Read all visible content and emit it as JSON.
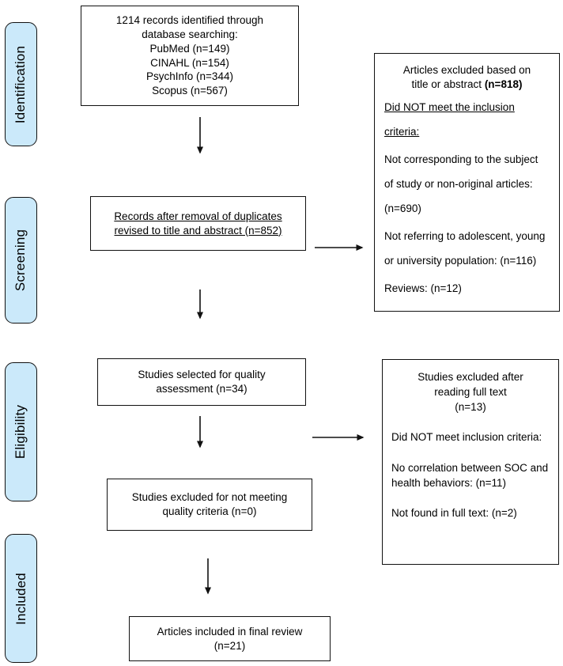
{
  "canvas": {
    "background_color": "#ffffff",
    "box_border_color": "#111111",
    "stage_fill_color": "#cbe9fa"
  },
  "sidebar": {
    "stages": [
      {
        "label": "Identification"
      },
      {
        "label": "Screening"
      },
      {
        "label": "Eligibility"
      },
      {
        "label": "Included"
      }
    ]
  },
  "flow": {
    "records_identified": {
      "lines": [
        "1214 records identified through",
        "database searching:",
        "PubMed (n=149)",
        "CINAHL (n=154)",
        "PsychInfo (n=344)",
        "Scopus (n=567)"
      ]
    },
    "duplicates_removed": {
      "text": "Records after removal of duplicates revised to title and abstract (n=852)"
    },
    "quality_assessment": {
      "text": "Studies selected for quality assessment (n=34)"
    },
    "quality_excluded": {
      "text": "Studies excluded for not meeting quality criteria (n=0)"
    },
    "final_review": {
      "line1": "Articles included in final review",
      "line2": "(n=21)"
    }
  },
  "exclusions": {
    "title_abstract": {
      "heading_line1": "Articles excluded based on",
      "heading_line2_normal": "title or abstract ",
      "heading_line2_bold": "(n=818)",
      "criteria_heading": "Did NOT meet the inclusion criteria:",
      "items": [
        "Not corresponding to the subject of study or non-original articles: (n=690)",
        "Not referring to adolescent, young or university population: (n=116)",
        "Reviews: (n=12)"
      ]
    },
    "full_text": {
      "heading_line1": "Studies excluded after",
      "heading_line2": "reading full text",
      "heading_line3": "(n=13)",
      "criteria_heading": "Did NOT meet inclusion criteria:",
      "items": [
        "No correlation between SOC and health behaviors: (n=11)",
        "Not found in full text: (n=2)"
      ]
    }
  }
}
